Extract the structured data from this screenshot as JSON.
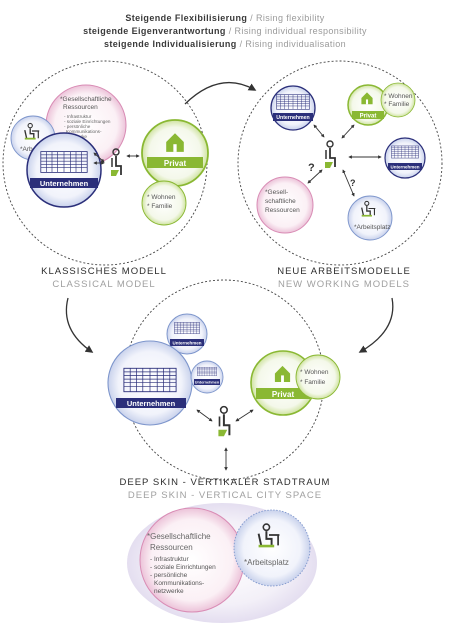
{
  "header": {
    "line1_de": "Steigende Flexibilisierung",
    "line1_en": "Rising flexibility",
    "line2_de": "steigende Eigenverantwortung",
    "line2_en": "Rising individual responsibility",
    "line3_de": "steigende Individualisierung",
    "line3_en": "Rising individualisation",
    "separator": " / "
  },
  "models": {
    "classical_de": "KLASSISCHES MODELL",
    "classical_en": "CLASSICAL MODEL",
    "new_de": "NEUE ARBEITSMODELLE",
    "new_en": "NEW WORKING MODELS",
    "deepskin_de": "DEEP SKIN - VERTIKALER STADTRAUM",
    "deepskin_en": "DEEP SKIN - VERTICAL CITY SPACE"
  },
  "labels": {
    "unternehmen": "Unternehmen",
    "privat": "Privat",
    "wohnen": "* Wohnen",
    "familie": "* Familie",
    "arbeitsplatz": "*Arbeitsplatz",
    "ges_line1": "*Gesellschaftliche",
    "ges_line2": "Ressourcen",
    "ges_mid_line1": "*Gesell-",
    "ges_mid_line2": "schaftliche",
    "ges_mid_line3": "Ressourcen",
    "ges_items": [
      "- Infrastruktur",
      "- soziale Einrichtungen",
      "- persönliche",
      "Kommunikations-",
      "netzwerke"
    ],
    "question": "?"
  },
  "colors": {
    "navy": "#2b2f7a",
    "green": "#8ab833",
    "pink": "#d98cb5",
    "blue": "#7e96cc",
    "gray": "#444444"
  },
  "icons": [
    "house-icon",
    "building-icon",
    "desk-worker-icon",
    "person-icon",
    "arrow-icon"
  ]
}
